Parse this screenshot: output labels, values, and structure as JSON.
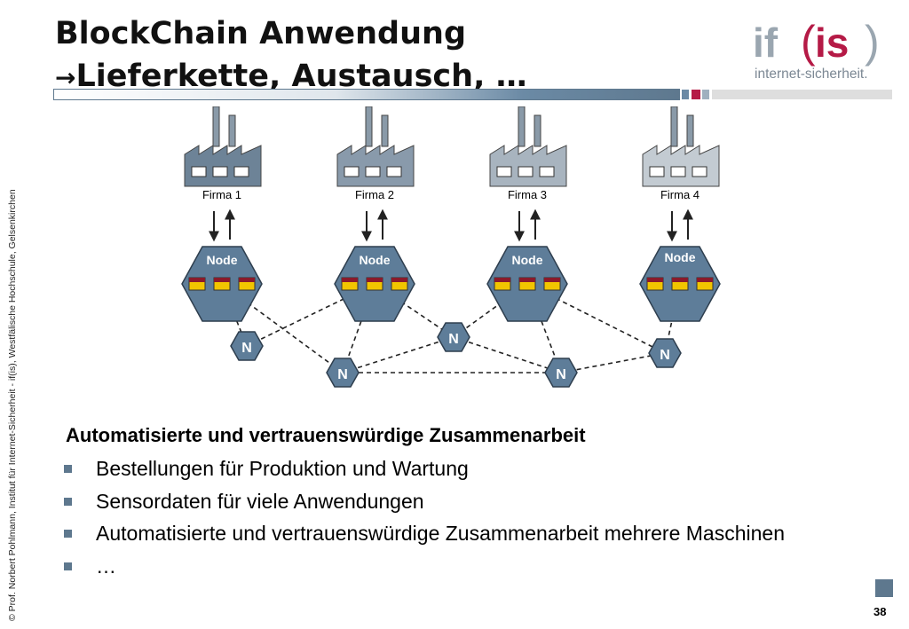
{
  "slide": {
    "title_line1": "BlockChain Anwendung",
    "title_arrow": "→",
    "title_line2": "Lieferkette, Austausch, …",
    "side_text": "© Prof.  Norbert Pohlmann, Institut für Internet-Sicherheit - if(is), Westfälische Hochschule, Gelsenkirchen",
    "page_number": "38"
  },
  "logo": {
    "mark_if": "if",
    "mark_open": "(",
    "mark_is": "is",
    "mark_close": ")",
    "tagline": "internet-sicherheit."
  },
  "diagram": {
    "firms": [
      "Firma 1",
      "Firma 2",
      "Firma 3",
      "Firma 4"
    ],
    "node_label": "Node",
    "small_node_label": "N"
  },
  "content": {
    "heading": "Automatisierte und vertrauenswürdige Zusammenarbeit",
    "bullets": [
      "Bestellungen für Produktion und Wartung",
      "Sensordaten für viele Anwendungen",
      "Automatisierte und vertrauenswürdige Zusammenarbeit mehrere Maschinen",
      "…"
    ]
  },
  "colors": {
    "accent": "#5e788e",
    "node": "#5e7d99",
    "logo_red": "#b51a46",
    "logo_grey": "#9aa6b0"
  }
}
